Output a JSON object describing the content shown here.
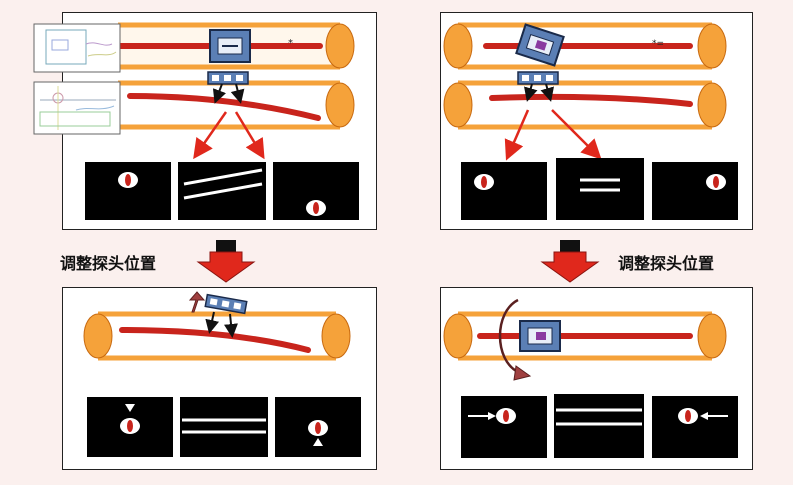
{
  "captions": {
    "left": "调整探头位置",
    "right": "调整探头位置"
  },
  "colors": {
    "background": "#fbf0ee",
    "vessel_fill": "#f5a23a",
    "vessel_line": "#c86a10",
    "needle": "#c8241c",
    "probe_blue": "#5b7fb5",
    "probe_dark": "#1a2a4a",
    "arrow_red": "#e0281c",
    "screen": "#000000",
    "target_white": "#ffffff"
  },
  "icons": {
    "down_arrow": "big-red-down-arrow",
    "rotate_arrow": "curved-rotate-arrow",
    "lift_arrow": "small-up-arrow"
  }
}
